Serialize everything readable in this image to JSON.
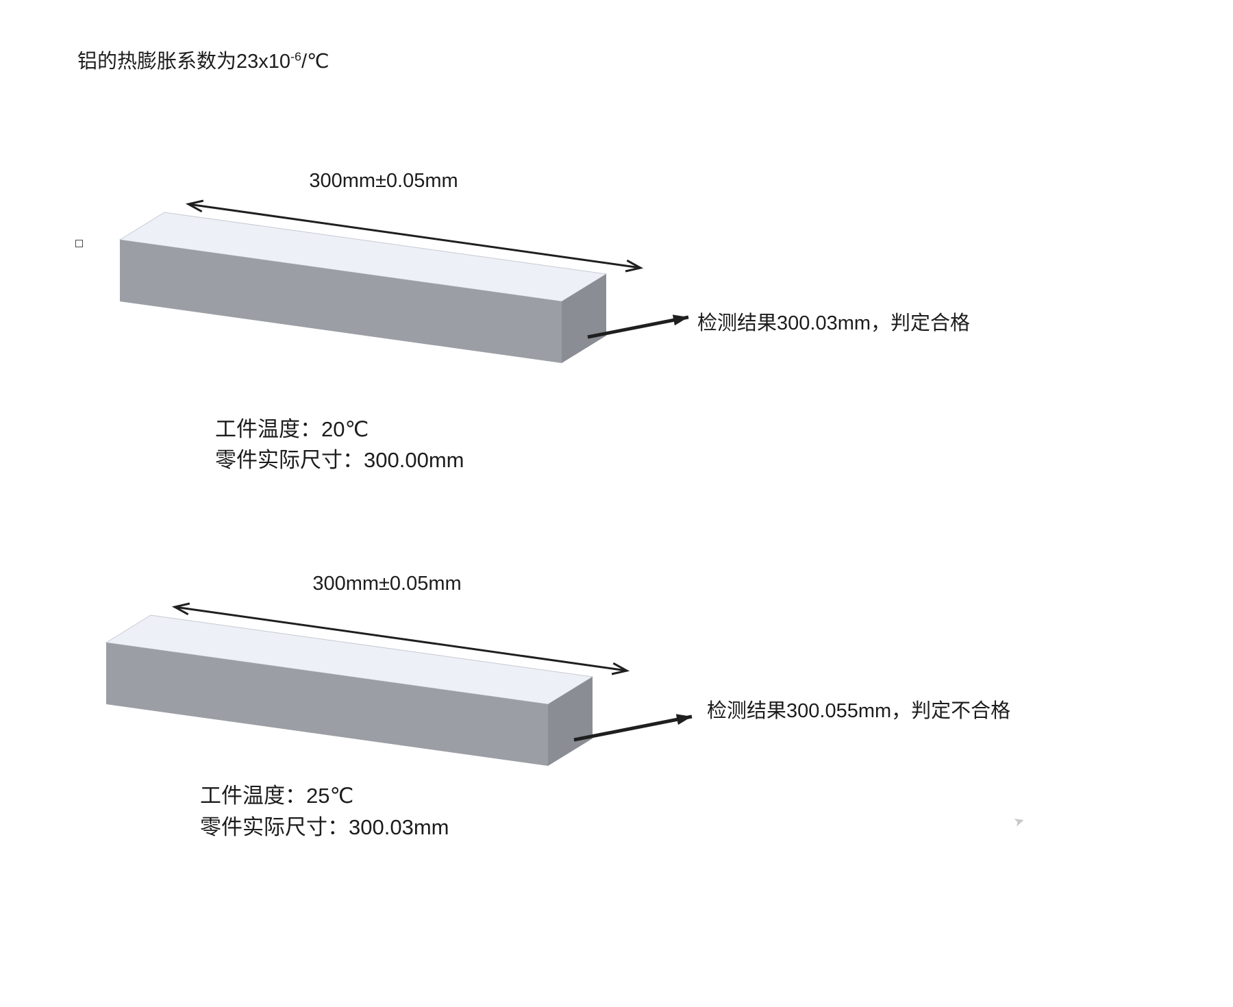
{
  "page": {
    "title": {
      "prefix": "铝的热膨胀系数为23x10",
      "superscript": "-6",
      "suffix": "/℃"
    }
  },
  "colors": {
    "top_face": "#eef0f7",
    "front_face": "#9b9ea4",
    "side_face": "#8a8d93",
    "line": "#1f1f1f",
    "text": "#1c1c1c"
  },
  "blocks": [
    {
      "dimension_label": "300mm±0.05mm",
      "result_label": "检测结果300.03mm，判定合格",
      "temperature_label": "工件温度：20℃",
      "actual_size_label": "零件实际尺寸：300.00mm"
    },
    {
      "dimension_label": "300mm±0.05mm",
      "result_label": "检测结果300.055mm，判定不合格",
      "temperature_label": "工件温度：25℃",
      "actual_size_label": "零件实际尺寸：300.03mm"
    }
  ]
}
